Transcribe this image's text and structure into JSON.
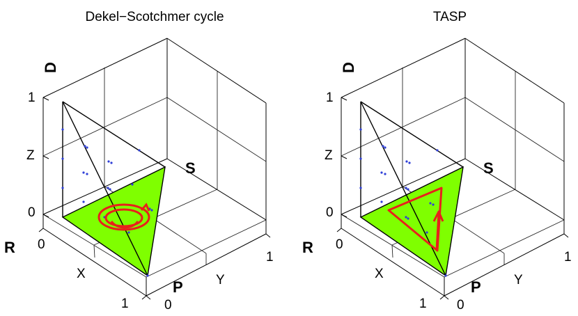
{
  "panels": [
    {
      "title": "Dekel−Scotchmer cycle",
      "axis_labels": {
        "d": "D",
        "r": "R",
        "s": "S",
        "p": "P",
        "x": "X",
        "y": "Y",
        "z": "Z"
      },
      "ticks": {
        "z_top": "1",
        "z_bottom": "0",
        "x_start": "0",
        "x_end": "1",
        "y_start": "0",
        "y_end": "1"
      },
      "trajectory": "spiral",
      "colors": {
        "simplex": "#7fff00",
        "trajectory": "#e8201c",
        "points": "#2f3fd8"
      }
    },
    {
      "title": "TASP",
      "axis_labels": {
        "d": "D",
        "r": "R",
        "s": "S",
        "p": "P",
        "x": "X",
        "y": "Y",
        "z": "Z"
      },
      "ticks": {
        "z_top": "1",
        "z_bottom": "0",
        "x_start": "0",
        "x_end": "1",
        "y_start": "0",
        "y_end": "1"
      },
      "trajectory": "triangle",
      "colors": {
        "simplex": "#7fff00",
        "trajectory": "#e8201c",
        "points": "#2f3fd8"
      }
    }
  ]
}
